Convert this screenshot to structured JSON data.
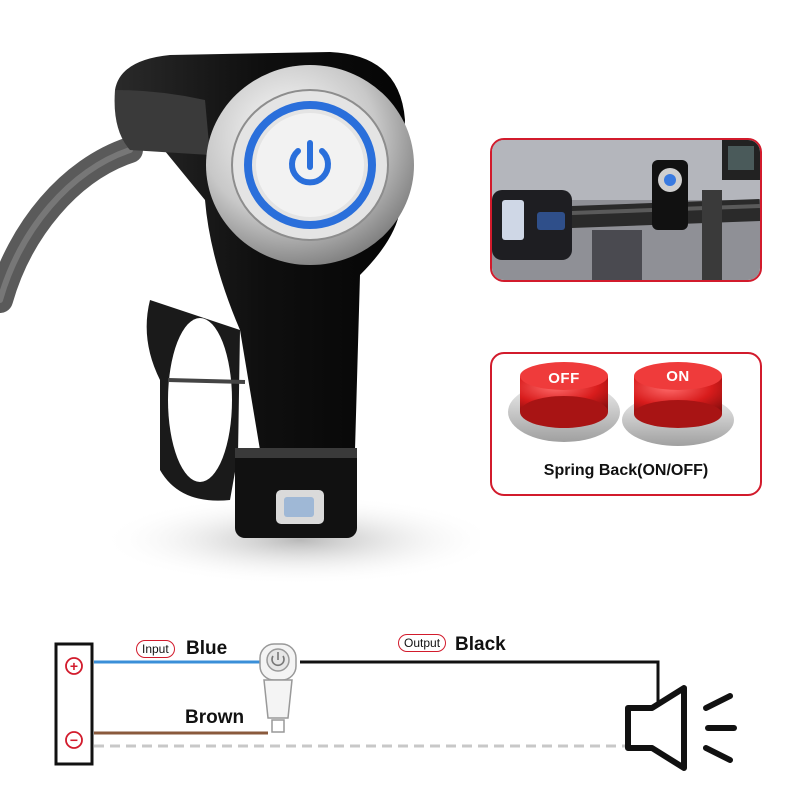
{
  "button_panel": {
    "off_label": "OFF",
    "on_label": "ON",
    "caption": "Spring Back(ON/OFF)"
  },
  "wiring": {
    "input_tag": "Input",
    "blue_label": "Blue",
    "output_tag": "Output",
    "black_label": "Black",
    "brown_label": "Brown",
    "plus_symbol": "+",
    "minus_symbol": "−"
  },
  "colors": {
    "accent_red": "#d21b2c",
    "led_blue": "#2a6fdb",
    "wire_blue": "#3a8fd8",
    "wire_brown": "#8a5a3c",
    "wire_black": "#111111"
  },
  "icons": [
    "power-icon",
    "speaker-icon",
    "plus-icon",
    "minus-icon"
  ]
}
